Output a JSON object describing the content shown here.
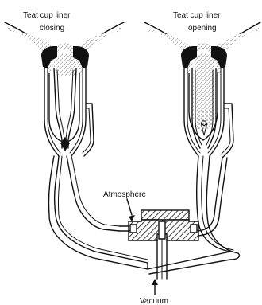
{
  "labels": {
    "left_title_line1": "Teat cup liner",
    "left_title_line2": "closing",
    "right_title_line1": "Teat cup liner",
    "right_title_line2": "opening",
    "atmosphere": "Atmosphere",
    "vacuum": "Vacuum"
  },
  "colors": {
    "ink": "#111111",
    "background": "#ffffff",
    "stipple": "#6a6a6a"
  }
}
